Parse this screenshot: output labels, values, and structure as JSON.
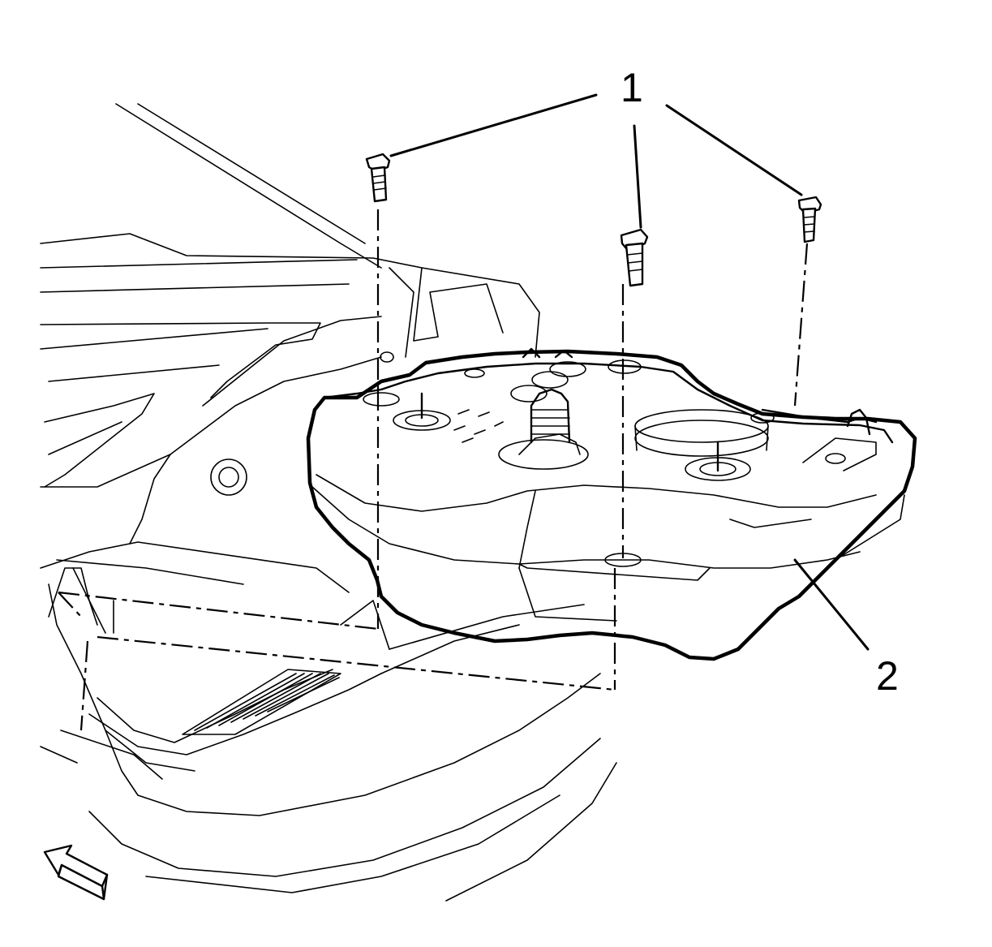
{
  "callouts": [
    {
      "id": "1",
      "label": "1",
      "part": "bolts"
    },
    {
      "id": "2",
      "label": "2",
      "part": "fuel-tank"
    }
  ],
  "icons": {
    "direction_arrow": "front-direction-arrow-icon"
  },
  "colors": {
    "ink": "#000000",
    "background": "#ffffff"
  }
}
